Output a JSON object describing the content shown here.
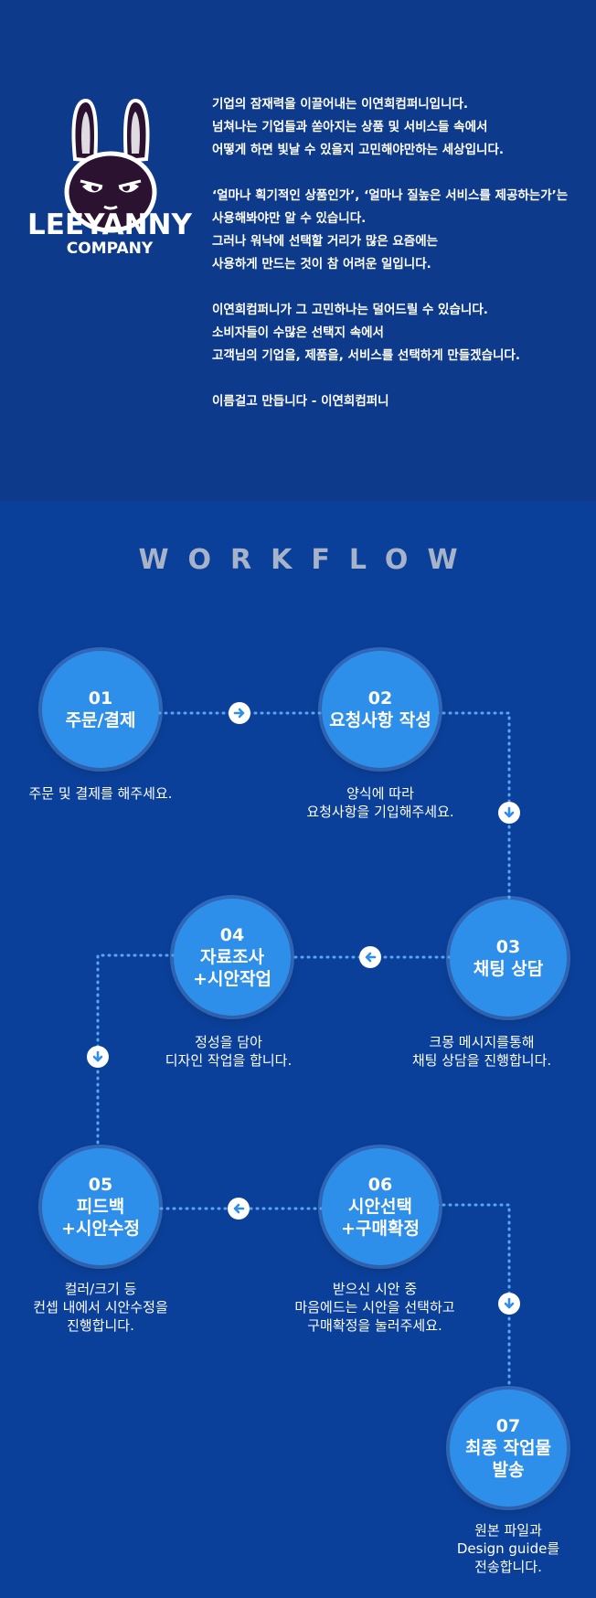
{
  "brand": {
    "name_line1": "LEEYANNY",
    "name_line2": "COMPANY"
  },
  "intro": {
    "paragraph1": [
      "기업의 잠재력을 이끌어내는 이연희컴퍼니입니다.",
      "넘쳐나는 기업들과 쏟아지는 상품 및 서비스들 속에서",
      "어떻게 하면 빛날 수 있을지 고민해야만하는 세상입니다."
    ],
    "paragraph2": [
      "‘얼마나 획기적인 상품인가’, ‘얼마나 질높은 서비스를 제공하는가’는",
      "사용해봐야만 알 수 있습니다.",
      "그러나 워낙에 선택할 거리가 많은 요즘에는",
      "사용하게 만드는 것이 참 어려운 일입니다."
    ],
    "paragraph3": [
      "이연희컴퍼니가 그 고민하나는 덜어드릴 수 있습니다.",
      "소비자들이 수많은 선택지 속에서",
      "고객님의 기업을, 제품을, 서비스를 선택하게 만들겠습니다."
    ],
    "paragraph4": [
      "이름걸고 만듭니다 - 이연희컴퍼니"
    ]
  },
  "workflow": {
    "title": "WORKFLOW",
    "steps": [
      {
        "num": "01",
        "name_lines": [
          "주문/결제"
        ],
        "desc_lines": [
          "주문 및 결제를 해주세요."
        ]
      },
      {
        "num": "02",
        "name_lines": [
          "요청사항 작성"
        ],
        "desc_lines": [
          "양식에 따라",
          "요청사항을 기입해주세요."
        ]
      },
      {
        "num": "03",
        "name_lines": [
          "채팅 상담"
        ],
        "desc_lines": [
          "크몽 메시지를통해",
          "채팅 상담을 진행합니다."
        ]
      },
      {
        "num": "04",
        "name_lines": [
          "자료조사",
          "+시안작업"
        ],
        "desc_lines": [
          "정성을 담아",
          "디자인 작업을 합니다."
        ]
      },
      {
        "num": "05",
        "name_lines": [
          "피드백",
          "+시안수정"
        ],
        "desc_lines": [
          "컬러/크기 등",
          "컨셉 내에서 시안수정을",
          "진행합니다."
        ]
      },
      {
        "num": "06",
        "name_lines": [
          "시안선택",
          "+구매확정"
        ],
        "desc_lines": [
          "받으신 시안 중",
          "마음에드는 시안을 선택하고",
          "구매확정을 눌러주세요."
        ]
      },
      {
        "num": "07",
        "name_lines": [
          "최종 작업물",
          "발송"
        ],
        "desc_lines": [
          "원본 파일과",
          "Design guide를",
          "전송합니다."
        ]
      }
    ]
  },
  "colors": {
    "top_bg": "#0e3a8c",
    "bottom_bg": "#0b409a",
    "circle": "#2e8fea",
    "dots": "#5aa6f0",
    "arrow": "#2e8fea"
  },
  "icons": [
    "rabbit-logo-icon",
    "arrow-right-icon",
    "arrow-left-icon",
    "arrow-down-icon"
  ]
}
